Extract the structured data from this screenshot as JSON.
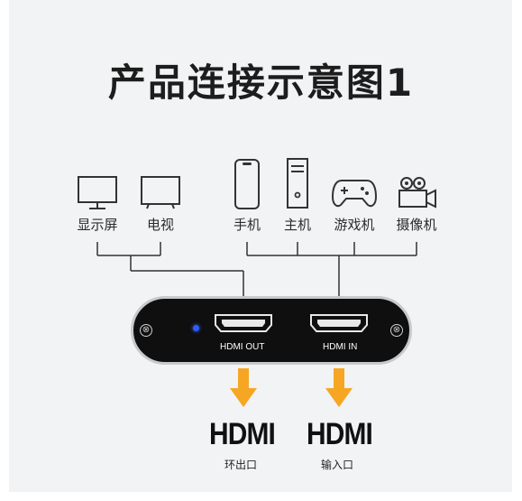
{
  "title": "产品连接示意图1",
  "outputs_group": [
    {
      "label": "显示屏",
      "icon": "monitor-icon"
    },
    {
      "label": "电视",
      "icon": "tv-icon"
    }
  ],
  "inputs_group": [
    {
      "label": "手机",
      "icon": "phone-icon"
    },
    {
      "label": "主机",
      "icon": "pc-tower-icon"
    },
    {
      "label": "游戏机",
      "icon": "gamepad-icon"
    },
    {
      "label": "摄像机",
      "icon": "video-camera-icon"
    }
  ],
  "device_box": {
    "port_out_label": "HDMI OUT",
    "port_in_label": "HDMI IN",
    "led_color": "#2f5cff"
  },
  "bottom": {
    "out": {
      "big": "HDMI",
      "small": "环出口"
    },
    "in": {
      "big": "HDMI",
      "small": "输入口"
    }
  },
  "colors": {
    "arrow": "#f6a623",
    "panel_bg": "#f2f3f5",
    "box_bg": "#0f0f10"
  }
}
